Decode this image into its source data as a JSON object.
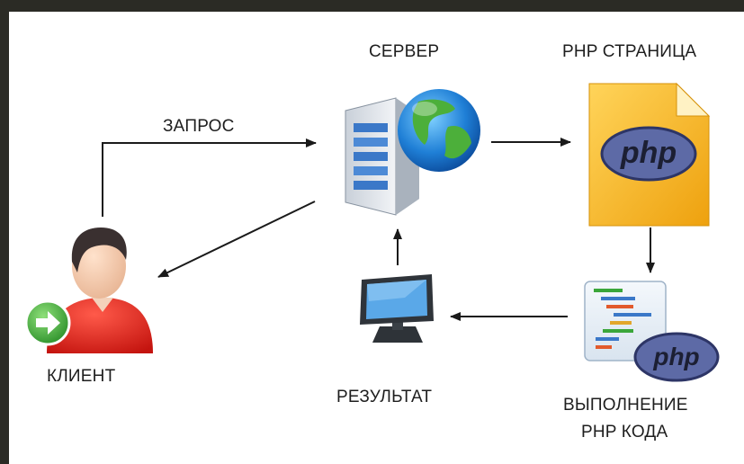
{
  "labels": {
    "server": "СЕРВЕР",
    "php_page": "PHP СТРАНИЦА",
    "request": "ЗАПРОС",
    "client": "КЛИЕНТ",
    "result": "РЕЗУЛЬТАТ",
    "execution_line1": "ВЫПОЛНЕНИЕ",
    "execution_line2": "PHP КОДА"
  },
  "logos": {
    "php_page_logo": "php",
    "php_code_logo": "php"
  },
  "colors": {
    "frame": "#2b2b25",
    "background": "#ffffff",
    "arrow": "#1a1a1a",
    "php_badge": "#5d6aa6",
    "php_page": "#f6b81c",
    "client_shirt": "#e3231c",
    "client_badge": "#3aa535"
  },
  "icons": [
    "server-icon",
    "globe-icon",
    "php-document-icon",
    "user-icon",
    "arrow-badge-icon",
    "monitor-icon",
    "code-document-icon"
  ]
}
